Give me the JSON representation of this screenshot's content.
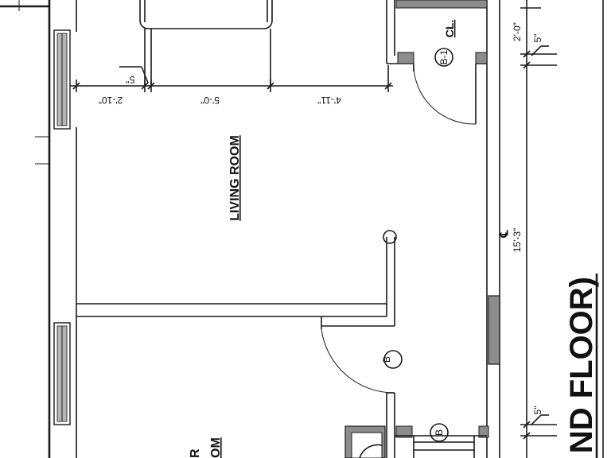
{
  "rooms": {
    "living_room": "LIVING ROOM",
    "closet": "CL.",
    "bedroom_partial_top": "R",
    "bedroom_partial_bottom": "OM"
  },
  "title_partial": "ND FLOOR)",
  "door_tags": [
    "B-1",
    "B",
    "B"
  ],
  "dimensions": {
    "top_a": "2'-10\"",
    "top_b": "5'-0\"",
    "top_c": "4'-11\"",
    "top_small": "5\"",
    "right_a": "2'-0\"",
    "right_b": "5\"",
    "right_c": "15'-3\"",
    "right_d": "5\""
  },
  "centerline_symbol": "℄",
  "colors": {
    "line": "#1a1a1a",
    "fill_gray": "#8c8c8c",
    "window_gray": "#b5b5b5"
  }
}
